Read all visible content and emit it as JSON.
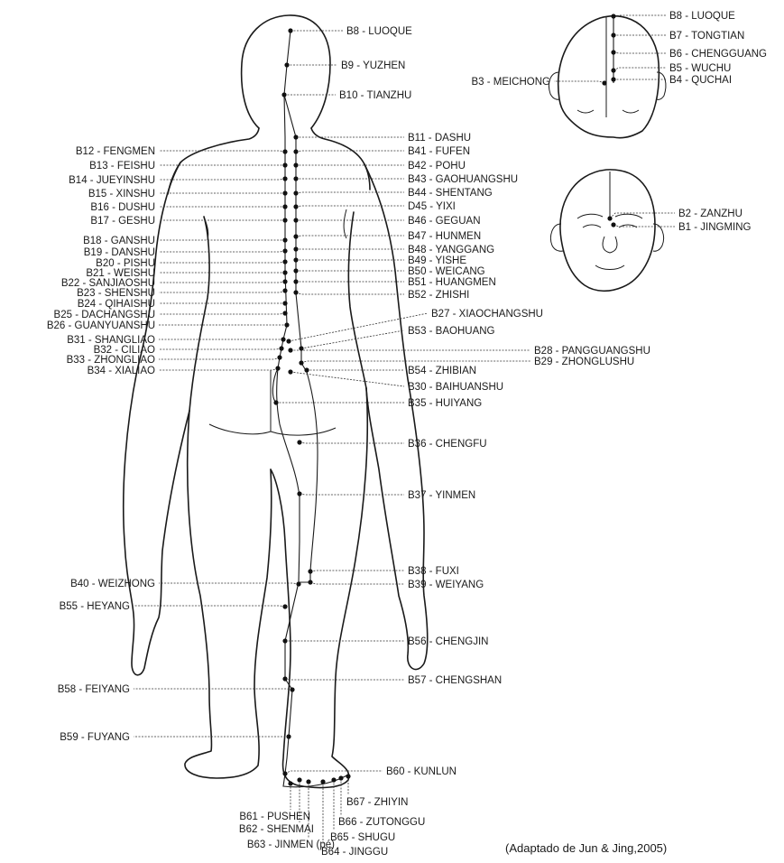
{
  "source": "(Adaptado de Jun & Jing,2005)",
  "colors": {
    "ink": "#1a1a1a",
    "background": "#ffffff"
  },
  "points": {
    "B1": "B1 - JINGMING",
    "B2": "B2 - ZANZHU",
    "B3": "B3 - MEICHONG",
    "B4": "B4 - QUCHAI",
    "B5": "B5 - WUCHU",
    "B6": "B6 - CHENGGUANG",
    "B7": "B7 - TONGTIAN",
    "B8": "B8 - LUOQUE",
    "B9": "B9 - YUZHEN",
    "B10": "B10 - TIANZHU",
    "B11": "B11 - DASHU",
    "B12": "B12 - FENGMEN",
    "B13": "B13 - FEISHU",
    "B14": "B14 - JUEYINSHU",
    "B15": "B15 - XINSHU",
    "B16": "B16 - DUSHU",
    "B17": "B17 - GESHU",
    "B18": "B18 - GANSHU",
    "B19": "B19 - DANSHU",
    "B20": "B20 - PISHU",
    "B21": "B21 - WEISHU",
    "B22": "B22 - SANJIAOSHU",
    "B23": "B23 - SHENSHU",
    "B24": "B24 - QIHAISHU",
    "B25": "B25 - DACHANGSHU",
    "B26": "B26 - GUANYUANSHU",
    "B27": "B27 - XIAOCHANGSHU",
    "B28": "B28 - PANGGUANGSHU",
    "B29": "B29 - ZHONGLUSHU",
    "B30": "B30 - BAIHUANSHU",
    "B31": "B31 - SHANGLIAO",
    "B32": "B32 - CILIAO",
    "B33": "B33 - ZHONGLIAO",
    "B34": "B34 - XIALIAO",
    "B35": "B35 - HUIYANG",
    "B36": "B36 - CHENGFU",
    "B37": "B37 - YINMEN",
    "B38": "B38 - FUXI",
    "B39": "B39 - WEIYANG",
    "B40": "B40 - WEIZHONG",
    "B41": "B41 - FUFEN",
    "B42": "B42 - POHU",
    "B43": "B43 - GAOHUANGSHU",
    "B44": "B44 - SHENTANG",
    "B45": "D45 - YIXI",
    "B46": "B46 - GEGUAN",
    "B47": "B47 - HUNMEN",
    "B48": "B48 - YANGGANG",
    "B49": "B49 - YISHE",
    "B50": "B50 - WEICANG",
    "B51": "B51 - HUANGMEN",
    "B52": "B52 - ZHISHI",
    "B53": "B53 - BAOHUANG",
    "B54": "B54 - ZHIBIAN",
    "B55": "B55 - HEYANG",
    "B56": "B56 - CHENGJIN",
    "B57": "B57 - CHENGSHAN",
    "B58": "B58 - FEIYANG",
    "B59": "B59 - FUYANG",
    "B60": "B60 - KUNLUN",
    "B61": "B61 - PUSHEN",
    "B62": "B62 - SHENMAI",
    "B63": "B63 - JINMEN (pé)",
    "B64": "B64 - JINGGU",
    "B65": "B65 - SHUGU",
    "B66": "B66 - ZUTONGGU",
    "B67": "B67 - ZHIYIN"
  }
}
